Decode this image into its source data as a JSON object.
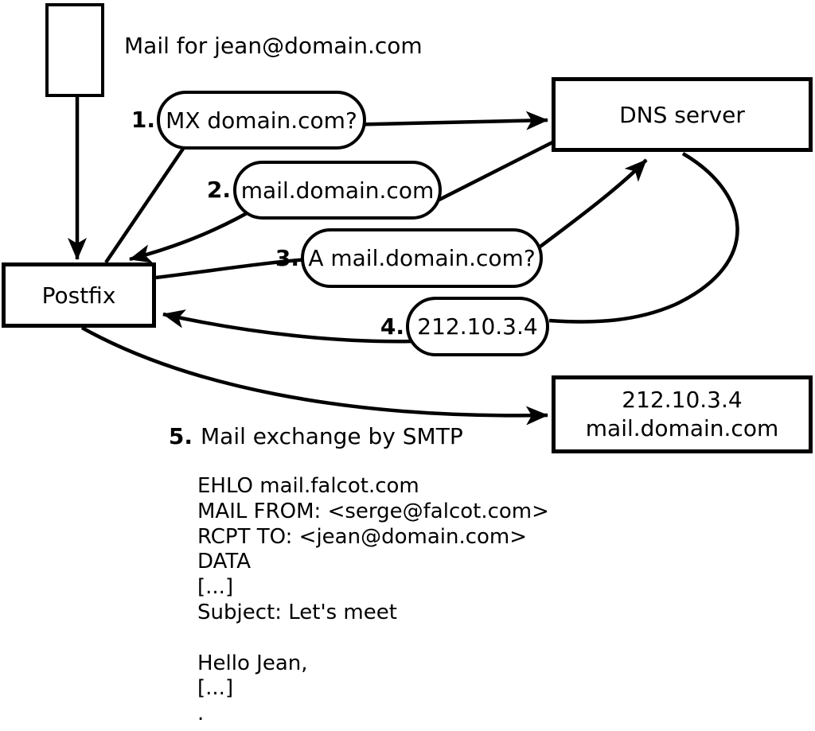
{
  "colors": {
    "ink": "#000000",
    "background": "#ffffff"
  },
  "diagram": {
    "title": "Mail for jean@domain.com",
    "nodes": {
      "postfix": "Postfix",
      "dns": "DNS server",
      "mailserver": {
        "line1": "212.10.3.4",
        "line2": "mail.domain.com"
      }
    },
    "steps": [
      {
        "num": "1.",
        "label": "MX domain.com?"
      },
      {
        "num": "2.",
        "label": "mail.domain.com"
      },
      {
        "num": "3.",
        "label": "A mail.domain.com?"
      },
      {
        "num": "4.",
        "label": "212.10.3.4"
      },
      {
        "num": "5.",
        "label": "Mail exchange by SMTP"
      }
    ],
    "smtp_session": [
      "EHLO mail.falcot.com",
      "MAIL FROM: <serge@falcot.com>",
      "RCPT TO: <jean@domain.com>",
      "DATA",
      "[...]",
      "Subject: Let's meet",
      "",
      "Hello Jean,",
      "[...]",
      "."
    ]
  }
}
